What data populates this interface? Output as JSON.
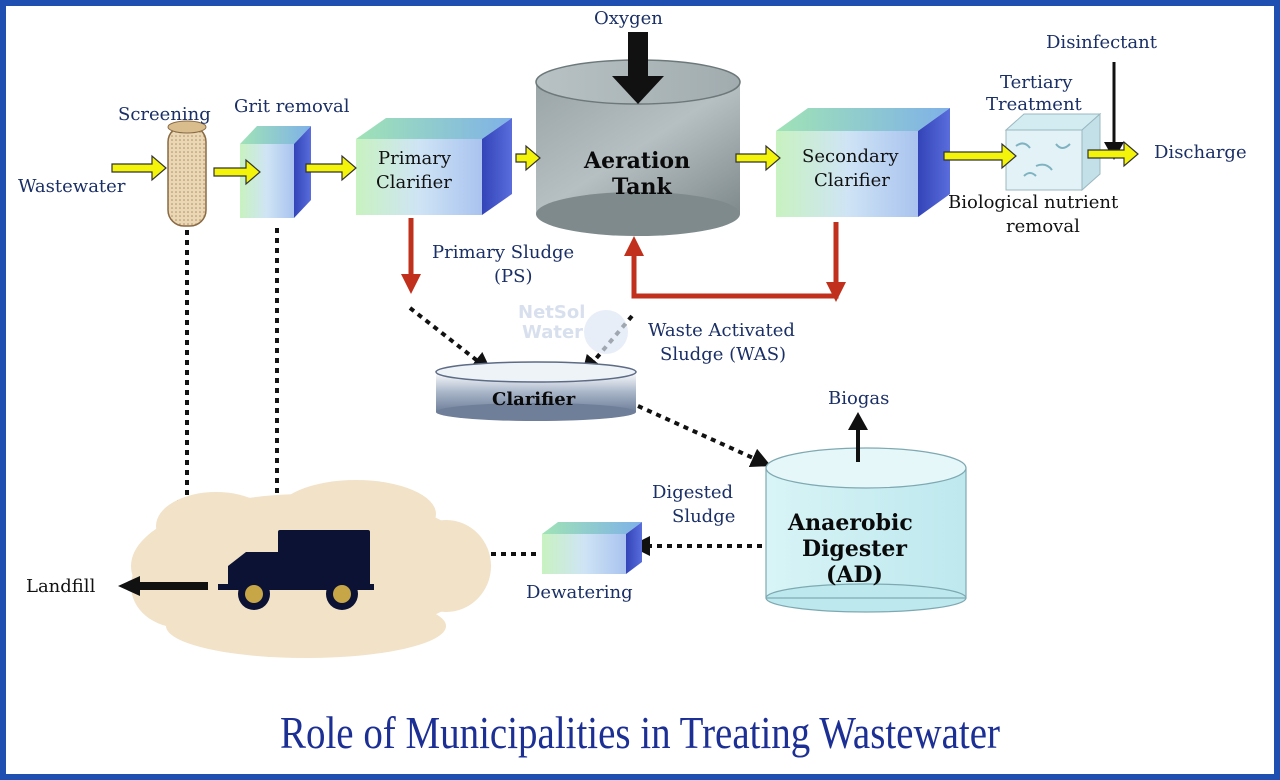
{
  "title": "Role of Municipalities in Treating Wastewater",
  "watermark": {
    "line1": "NetSol",
    "line2": "Water"
  },
  "labels": {
    "oxygen": "Oxygen",
    "disinfectant": "Disinfectant",
    "screening": "Screening",
    "grit_removal": "Grit removal",
    "wastewater": "Wastewater",
    "primary_clarifier_1": "Primary",
    "primary_clarifier_2": "Clarifier",
    "aeration_1": "Aeration",
    "aeration_2": "Tank",
    "secondary_clarifier_1": "Secondary",
    "secondary_clarifier_2": "Clarifier",
    "tertiary_1": "Tertiary",
    "tertiary_2": "Treatment",
    "discharge": "Discharge",
    "bnr_1": "Biological nutrient",
    "bnr_2": "removal",
    "primary_sludge_1": "Primary Sludge",
    "primary_sludge_2": "(PS)",
    "was_1": "Waste Activated",
    "was_2": "Sludge (WAS)",
    "clarifier": "Clarifier",
    "biogas": "Biogas",
    "digested_1": "Digested",
    "digested_2": "Sludge",
    "ad_1": "Anaerobic",
    "ad_2": "Digester",
    "ad_3": "(AD)",
    "dewatering": "Dewatering",
    "landfill": "Landfill"
  },
  "colors": {
    "frame": "#1f4fb0",
    "flow_arrow": "#f4f40a",
    "sludge_arrow": "#c0301c",
    "title": "#1c2f95"
  }
}
